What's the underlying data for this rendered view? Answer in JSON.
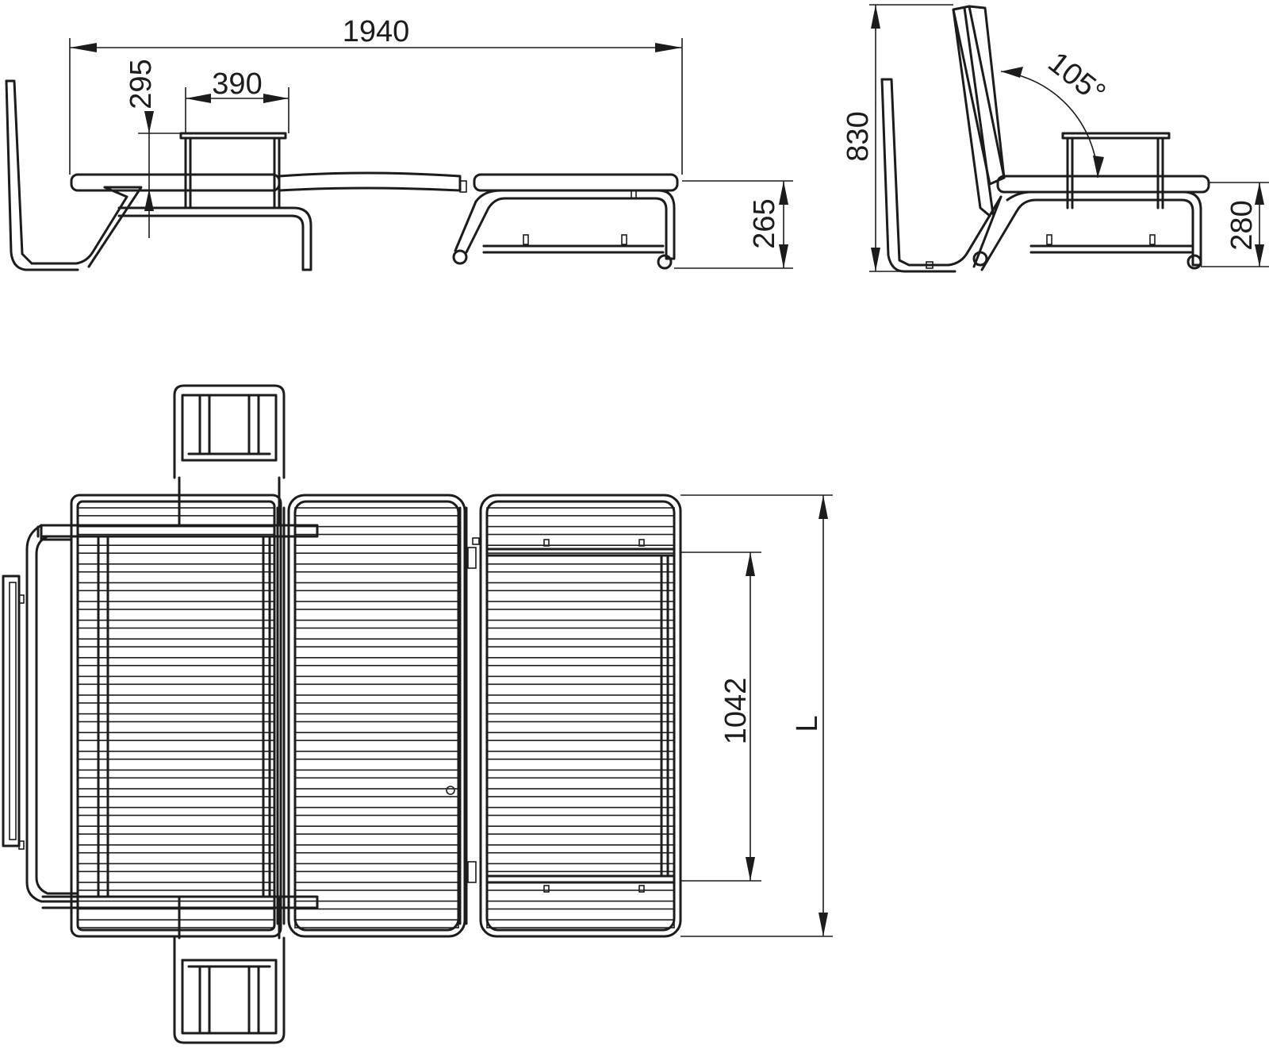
{
  "drawing": {
    "dimensions": {
      "overall_length": "1940",
      "armrest_height": "295",
      "armrest_width": "390",
      "bed_height": "265",
      "chair_height": "830",
      "backrest_angle": "105°",
      "seat_height": "280",
      "sleep_width": "1042",
      "total_width": "L"
    }
  },
  "colors": {
    "line": "#1c1c1c",
    "background": "#ffffff"
  }
}
